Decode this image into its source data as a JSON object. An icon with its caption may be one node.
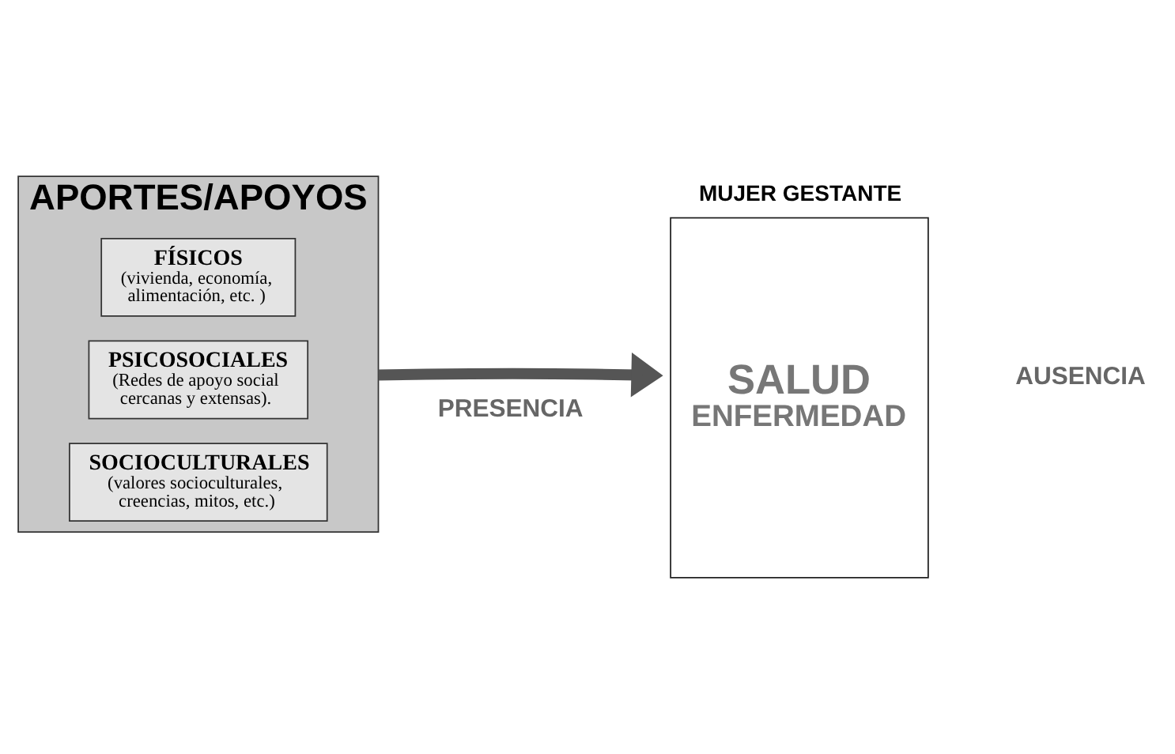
{
  "diagram": {
    "nodes": [
      {
        "text": [
          "APORTES/APOYOS"
        ]
      },
      {
        "text": [
          "FÍSICOS",
          "(vivienda, economía, alimentación, etc. )"
        ],
        "in": 0
      },
      {
        "text": [
          "PSICOSOCIALES",
          "(Redes de apoyo social cercanas y extensas)."
        ],
        "in": 0
      },
      {
        "text": [
          "SOCIOCULTURALES",
          "(valores socioculturales, creencias, mitos, etc.)"
        ],
        "in": 0
      },
      {
        "text": [
          "MUJER GESTANTE",
          "SALUD",
          "ENFERMEDAD"
        ]
      }
    ],
    "edges": [
      {
        "from": 0,
        "to": 4,
        "arrow": "to"
      }
    ],
    "labels": [
      "PRESENCIA",
      "AUSENCIA"
    ]
  }
}
